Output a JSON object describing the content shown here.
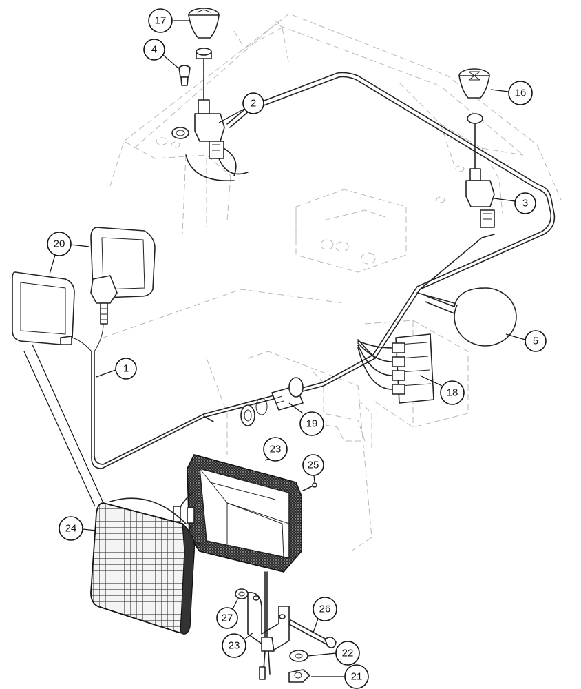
{
  "callouts": [
    {
      "id": "c17",
      "label": "17"
    },
    {
      "id": "c4",
      "label": "4"
    },
    {
      "id": "c2",
      "label": "2"
    },
    {
      "id": "c16",
      "label": "16"
    },
    {
      "id": "c3",
      "label": "3"
    },
    {
      "id": "c20",
      "label": "20"
    },
    {
      "id": "c5",
      "label": "5"
    },
    {
      "id": "c1",
      "label": "1"
    },
    {
      "id": "c18",
      "label": "18"
    },
    {
      "id": "c19",
      "label": "19"
    },
    {
      "id": "c23a",
      "label": "23"
    },
    {
      "id": "c25",
      "label": "25"
    },
    {
      "id": "c24",
      "label": "24"
    },
    {
      "id": "c27",
      "label": "27"
    },
    {
      "id": "c26",
      "label": "26"
    },
    {
      "id": "c23b",
      "label": "23"
    },
    {
      "id": "c22",
      "label": "22"
    },
    {
      "id": "c21",
      "label": "21"
    }
  ]
}
